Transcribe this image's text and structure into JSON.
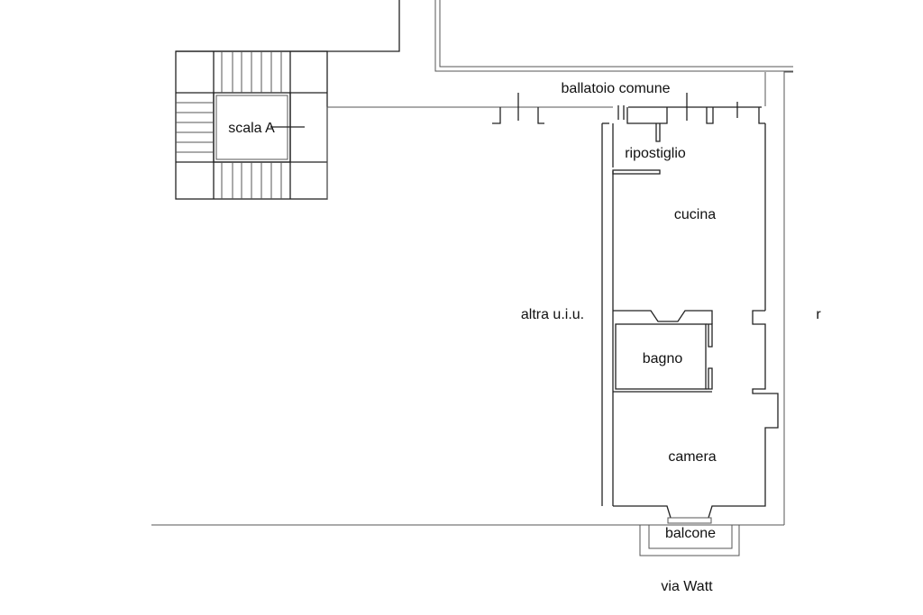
{
  "plan": {
    "labels": {
      "ballatoio": "ballatoio comune",
      "ripostiglio": "ripostiglio",
      "cucina": "cucina",
      "altra": "altra u.i.u.",
      "bagno": "bagno",
      "camera": "camera",
      "balcone": "balcone",
      "street": "via Watt",
      "scala": "scala A",
      "edge_fragment": "r"
    }
  }
}
